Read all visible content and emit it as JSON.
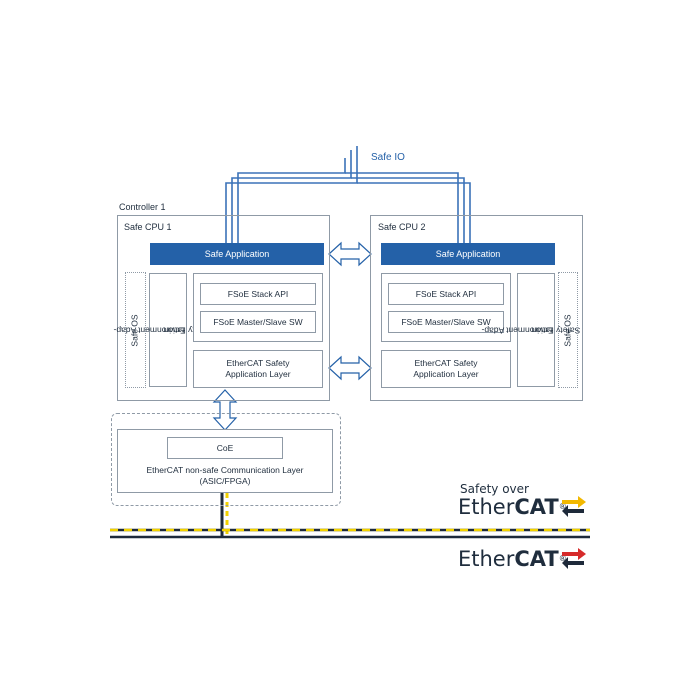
{
  "safe_io": {
    "label": "Safe IO"
  },
  "controller": {
    "label": "Controller 1"
  },
  "cpu1": {
    "label": "Safe CPU 1",
    "safe_application": "Safe Application",
    "safe_os": "Safe OS",
    "env_adaptation": [
      "Safety Environment Adap-",
      "tation"
    ],
    "fsoe_stack_api": "FSoE Stack API",
    "fsoe_master_slave": "FSoE Master/Slave SW",
    "app_layer": [
      "EtherCAT Safety",
      "Application Layer"
    ]
  },
  "cpu2": {
    "label": "Safe CPU 2",
    "safe_application": "Safe Application",
    "safe_os": "Safe OS",
    "env_adaptation": [
      "Safety Environment Adap-",
      "tation"
    ],
    "fsoe_stack_api": "FSoE Stack API",
    "fsoe_master_slave": "FSoE Master/Slave SW",
    "app_layer": [
      "EtherCAT Safety",
      "Application Layer"
    ]
  },
  "comm": {
    "coe": "CoE",
    "layer": [
      "EtherCAT non-safe Communication Layer",
      "(ASIC/FPGA)"
    ]
  },
  "logos": {
    "safety_over": "Safety over",
    "ethercat_a": "Ether",
    "ethercat_b": "CAT",
    "registered": "®"
  },
  "colors": {
    "primary_blue": "#2461a8",
    "line_blue": "#3b72b8",
    "box_border": "#8f9aa6",
    "fieldbus_yellow": "#f2d200",
    "fieldbus_dark": "#1e2a3a",
    "logo_red": "#d62b2b",
    "logo_yellow": "#f2b800"
  }
}
